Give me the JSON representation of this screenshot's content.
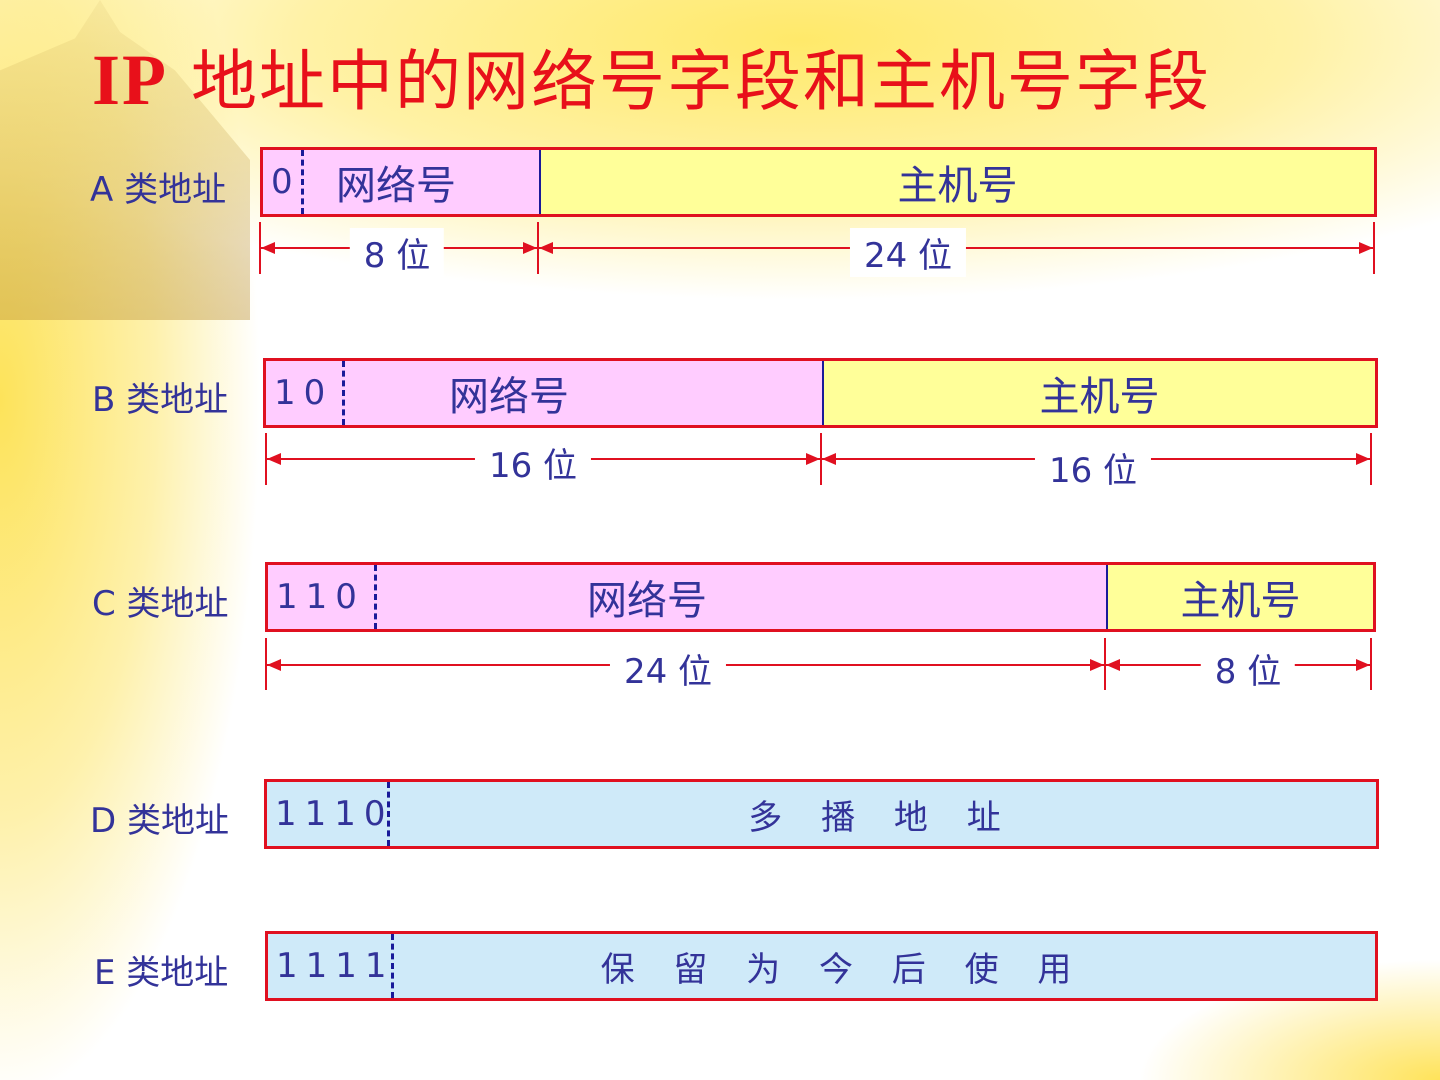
{
  "title": {
    "prefix": "IP",
    "rest": " 地址中的网络号字段和主机号字段"
  },
  "rows": [
    {
      "label": "A 类地址",
      "bits": "0",
      "net": "网络号",
      "host": "主机号",
      "net_bits": "8 位",
      "host_bits": "24 位"
    },
    {
      "label": "B 类地址",
      "bits": "10",
      "net": "网络号",
      "host": "主机号",
      "net_bits": "16 位",
      "host_bits": "16 位"
    },
    {
      "label": "C 类地址",
      "bits": "110",
      "net": "网络号",
      "host": "主机号",
      "net_bits": "24 位",
      "host_bits": "8 位"
    },
    {
      "label": "D 类地址",
      "bits": "1110",
      "field": "多 播 地 址"
    },
    {
      "label": "E 类地址",
      "bits": "1111",
      "field": "保 留 为 今 后 使 用"
    }
  ],
  "colors": {
    "border": "#e01020",
    "net": "#ffccff",
    "host": "#ffff99",
    "multicast": "#cfeaf9",
    "text": "#333399",
    "title": "#e8101a"
  }
}
